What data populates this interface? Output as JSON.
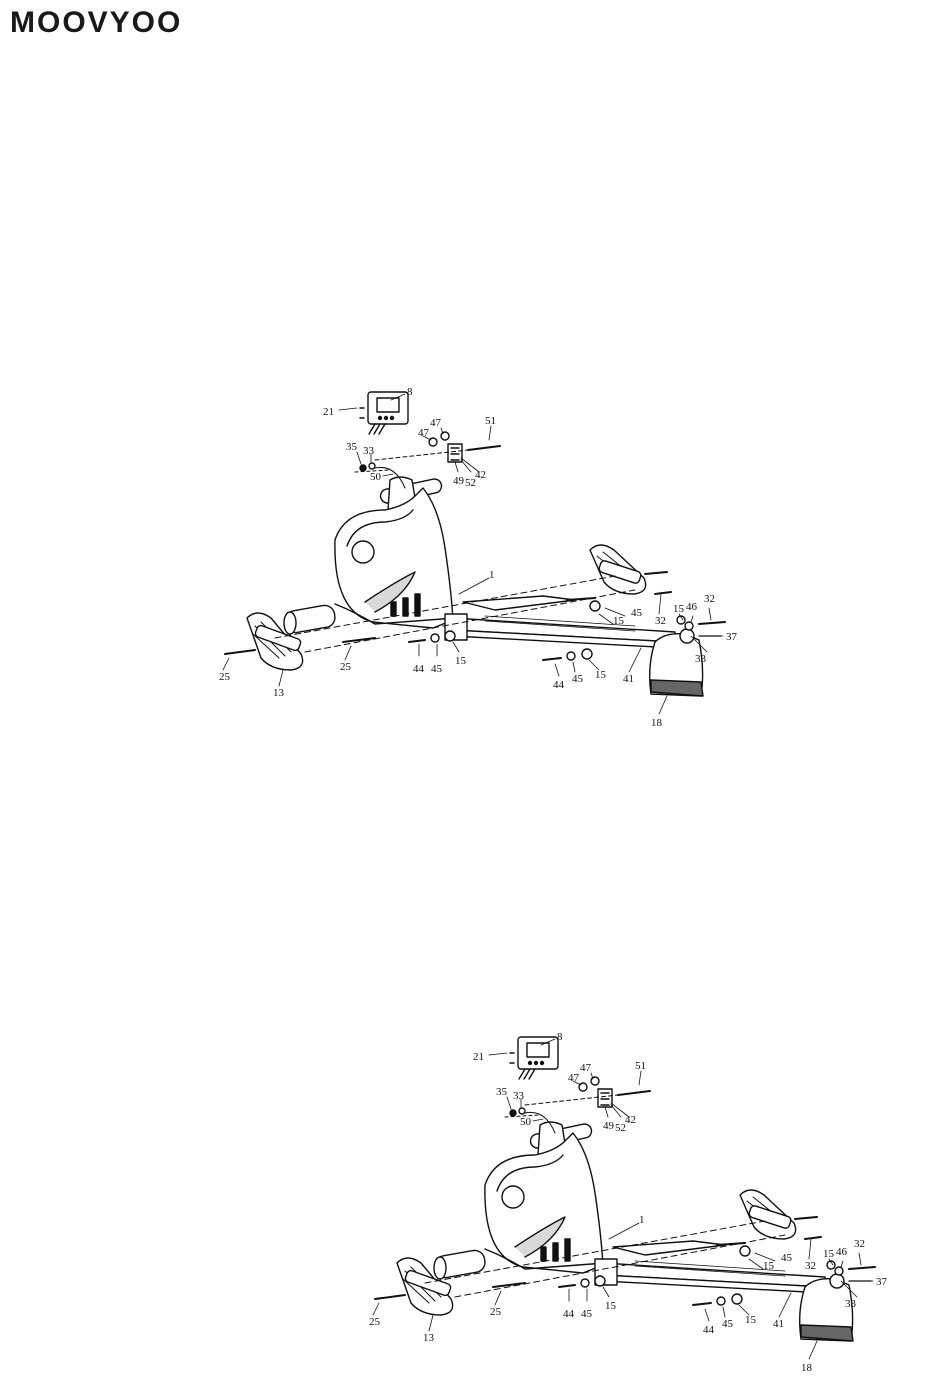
{
  "brand": {
    "name": "MOOVYOO"
  },
  "diagrams": [
    {
      "parts": [
        {
          "id": "label-21",
          "text": "21"
        },
        {
          "id": "label-8",
          "text": "8"
        },
        {
          "id": "label-47a",
          "text": "47"
        },
        {
          "id": "label-47b",
          "text": "47"
        },
        {
          "id": "label-51",
          "text": "51"
        },
        {
          "id": "label-35",
          "text": "35"
        },
        {
          "id": "label-33a",
          "text": "33"
        },
        {
          "id": "label-50",
          "text": "50"
        },
        {
          "id": "label-49",
          "text": "49"
        },
        {
          "id": "label-52",
          "text": "52"
        },
        {
          "id": "label-42",
          "text": "42"
        },
        {
          "id": "label-1",
          "text": "1"
        },
        {
          "id": "label-45a",
          "text": "45"
        },
        {
          "id": "label-15a",
          "text": "15"
        },
        {
          "id": "label-32a",
          "text": "32"
        },
        {
          "id": "label-15b",
          "text": "15"
        },
        {
          "id": "label-46",
          "text": "46"
        },
        {
          "id": "label-32b",
          "text": "32"
        },
        {
          "id": "label-37",
          "text": "37"
        },
        {
          "id": "label-33b",
          "text": "33"
        },
        {
          "id": "label-25a",
          "text": "25"
        },
        {
          "id": "label-13",
          "text": "13"
        },
        {
          "id": "label-25b",
          "text": "25"
        },
        {
          "id": "label-44a",
          "text": "44"
        },
        {
          "id": "label-45b",
          "text": "45"
        },
        {
          "id": "label-15c",
          "text": "15"
        },
        {
          "id": "label-44b",
          "text": "44"
        },
        {
          "id": "label-45c",
          "text": "45"
        },
        {
          "id": "label-15d",
          "text": "15"
        },
        {
          "id": "label-41",
          "text": "41"
        },
        {
          "id": "label-18",
          "text": "18"
        }
      ]
    },
    {
      "parts": [
        {
          "id": "label-21",
          "text": "21"
        },
        {
          "id": "label-8",
          "text": "8"
        },
        {
          "id": "label-47a",
          "text": "47"
        },
        {
          "id": "label-47b",
          "text": "47"
        },
        {
          "id": "label-51",
          "text": "51"
        },
        {
          "id": "label-35",
          "text": "35"
        },
        {
          "id": "label-33a",
          "text": "33"
        },
        {
          "id": "label-50",
          "text": "50"
        },
        {
          "id": "label-49",
          "text": "49"
        },
        {
          "id": "label-52",
          "text": "52"
        },
        {
          "id": "label-42",
          "text": "42"
        },
        {
          "id": "label-1",
          "text": "1"
        },
        {
          "id": "label-45a",
          "text": "45"
        },
        {
          "id": "label-15a",
          "text": "15"
        },
        {
          "id": "label-32a",
          "text": "32"
        },
        {
          "id": "label-15b",
          "text": "15"
        },
        {
          "id": "label-46",
          "text": "46"
        },
        {
          "id": "label-32b",
          "text": "32"
        },
        {
          "id": "label-37",
          "text": "37"
        },
        {
          "id": "label-33b",
          "text": "33"
        },
        {
          "id": "label-25a",
          "text": "25"
        },
        {
          "id": "label-13",
          "text": "13"
        },
        {
          "id": "label-25b",
          "text": "25"
        },
        {
          "id": "label-44a",
          "text": "44"
        },
        {
          "id": "label-45b",
          "text": "45"
        },
        {
          "id": "label-15c",
          "text": "15"
        },
        {
          "id": "label-44b",
          "text": "44"
        },
        {
          "id": "label-45c",
          "text": "45"
        },
        {
          "id": "label-15d",
          "text": "15"
        },
        {
          "id": "label-41",
          "text": "41"
        },
        {
          "id": "label-18",
          "text": "18"
        }
      ]
    }
  ]
}
